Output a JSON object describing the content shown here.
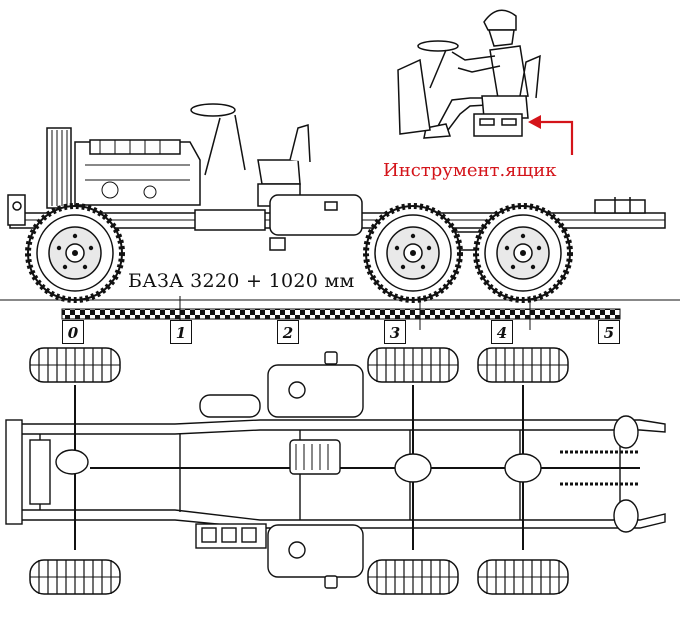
{
  "labels": {
    "wheelbase": "БАЗА 3220 + 1020 мм",
    "tool_box": "Инструмент.ящик"
  },
  "scale_marks": [
    "0",
    "1",
    "2",
    "3",
    "4",
    "5"
  ],
  "colors": {
    "line": "#111111",
    "accent": "#d4141a"
  },
  "icons": [
    "truck-side-view",
    "chassis-top-view",
    "driver-figure",
    "arrow-icon"
  ]
}
